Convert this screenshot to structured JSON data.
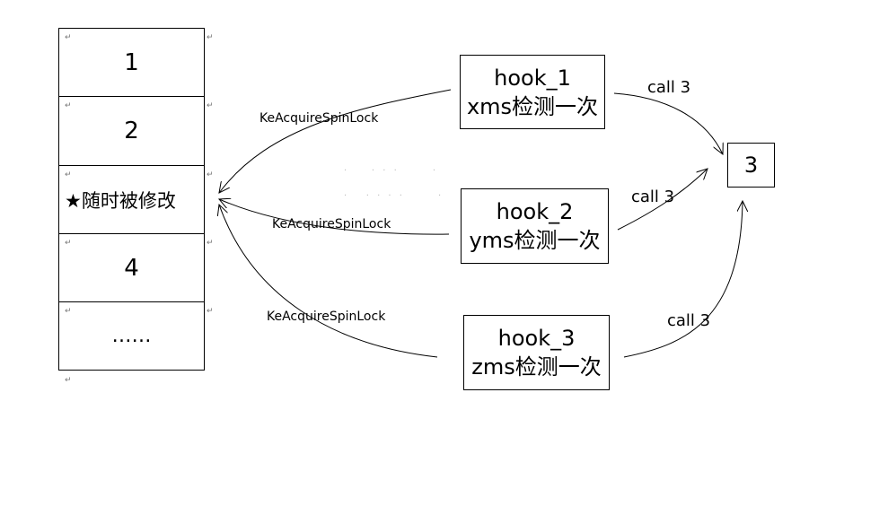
{
  "table": {
    "cells": [
      "1",
      "2",
      "★随时被修改",
      "4",
      "……"
    ]
  },
  "hooks": [
    {
      "name": "hook_1",
      "desc": "xms检测一次"
    },
    {
      "name": "hook_2",
      "desc": "yms检测一次"
    },
    {
      "name": "hook_3",
      "desc": "zms检测一次"
    }
  ],
  "target": {
    "label": "3"
  },
  "spinlock_labels": [
    "KeAcquireSpinLock",
    "KeAcquireSpinLock",
    "KeAcquireSpinLock"
  ],
  "call_labels": [
    "call 3",
    "call 3",
    "call 3"
  ],
  "paragraph_mark": "↵",
  "colors": {
    "line": "#000000",
    "paragraph_mark": "#777777"
  }
}
